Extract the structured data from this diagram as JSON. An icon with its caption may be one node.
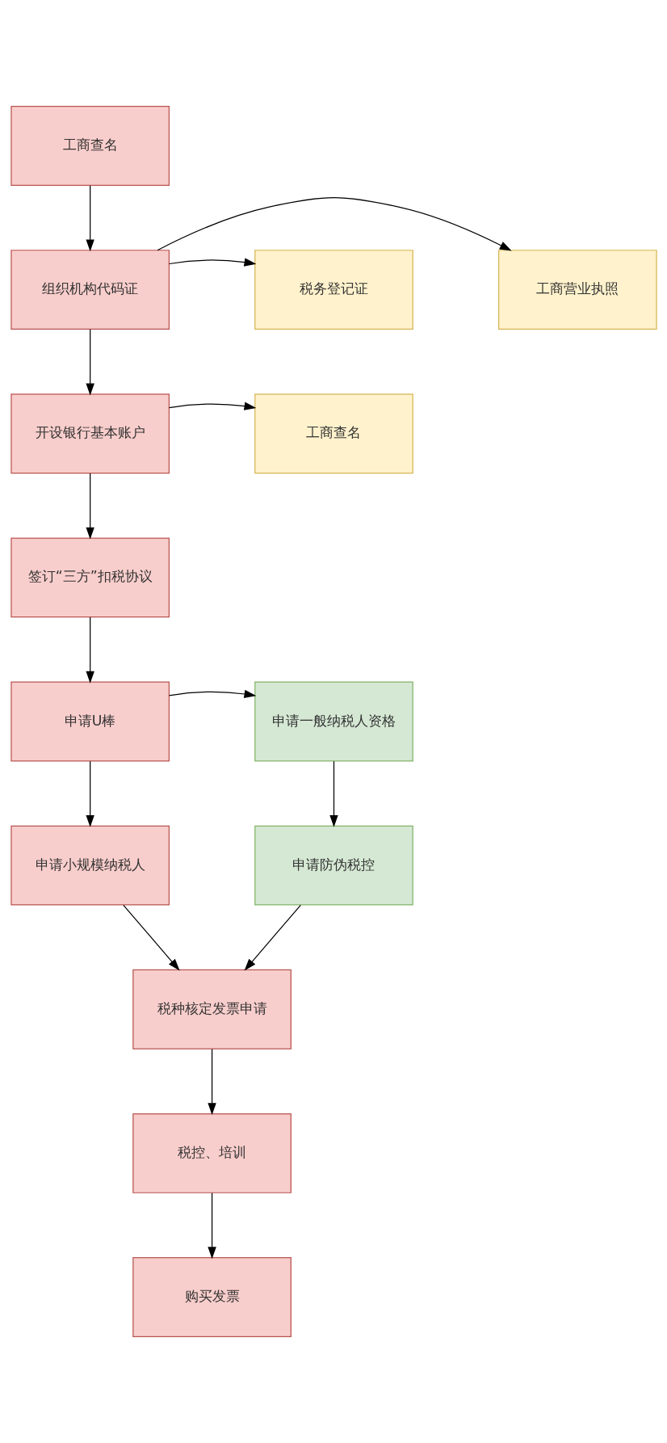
{
  "diagram": {
    "nodes": [
      {
        "text": [
          "工商查名"
        ]
      },
      {
        "text": [
          "工商营业执照"
        ]
      },
      {
        "text": [
          "组织机构代码证"
        ]
      },
      {
        "text": [
          "税务登记证"
        ]
      },
      {
        "text": [
          "开设银行基本账户"
        ]
      },
      {
        "text": [
          "工商查名"
        ]
      },
      {
        "text": [
          "签订“三方”扣税协议"
        ]
      },
      {
        "text": [
          "申请一般纳税人资格"
        ]
      },
      {
        "text": [
          "申请U棒"
        ]
      },
      {
        "text": [
          "申请防伪税控"
        ]
      },
      {
        "text": [
          "申请小规模纳税人"
        ]
      },
      {
        "text": [
          "税种核定发票申请"
        ]
      },
      {
        "text": [
          "税控、培训"
        ]
      },
      {
        "text": [
          "购买发票"
        ]
      }
    ],
    "edges": [
      {
        "from": 0,
        "to": 2,
        "arrow": "to"
      },
      {
        "from": 2,
        "to": 1,
        "arrow": "to"
      },
      {
        "from": 2,
        "to": 3,
        "arrow": "to"
      },
      {
        "from": 2,
        "to": 4,
        "arrow": "to"
      },
      {
        "from": 4,
        "to": 5,
        "arrow": "to"
      },
      {
        "from": 4,
        "to": 6,
        "arrow": "to"
      },
      {
        "from": 6,
        "to": 8,
        "arrow": "to"
      },
      {
        "from": 8,
        "to": 7,
        "arrow": "to"
      },
      {
        "from": 7,
        "to": 9,
        "arrow": "to"
      },
      {
        "from": 8,
        "to": 10,
        "arrow": "to"
      },
      {
        "from": 9,
        "to": 11,
        "arrow": "to"
      },
      {
        "from": 10,
        "to": 11,
        "arrow": "to"
      },
      {
        "from": 11,
        "to": 12,
        "arrow": "to"
      },
      {
        "from": 12,
        "to": 13,
        "arrow": "to"
      }
    ]
  }
}
